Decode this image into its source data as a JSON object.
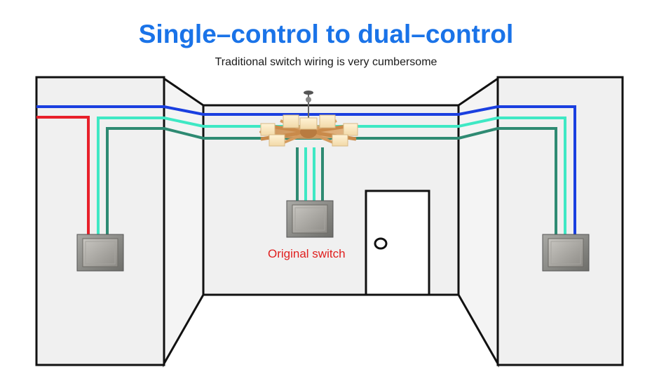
{
  "header": {
    "title": "Single–control to dual–control",
    "subtitle": "Traditional switch wiring is very cumbersome"
  },
  "labels": {
    "original_switch": "Original switch"
  },
  "colors": {
    "title": "#1a73e8",
    "wire_blue": "#1a3fe0",
    "wire_red": "#e8202a",
    "wire_cyan": "#3ee8c4",
    "wire_teal": "#2e8a72",
    "label_red": "#e0201f",
    "wall": "#f0f0f0"
  }
}
